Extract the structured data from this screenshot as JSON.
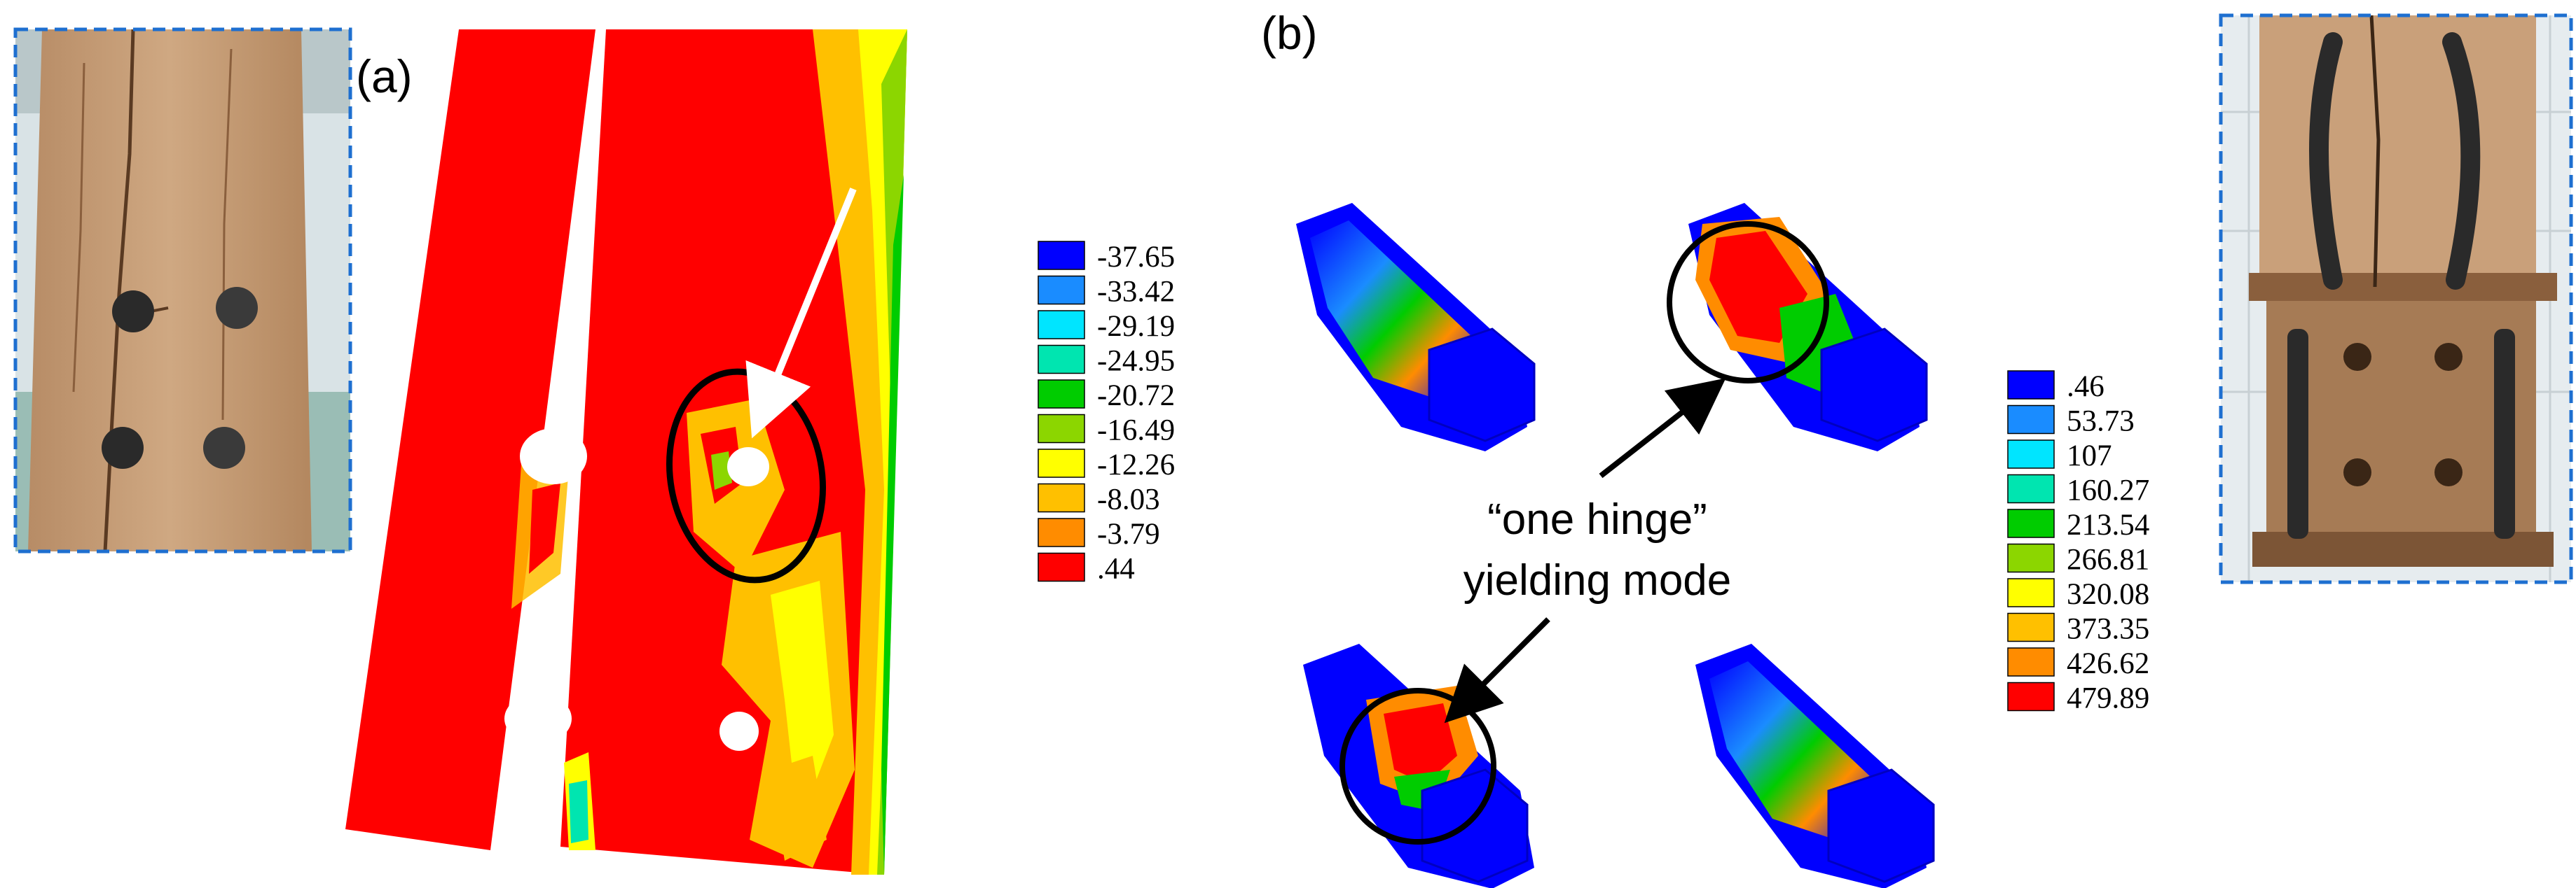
{
  "panels": [
    {
      "id": "a",
      "label": "(a)"
    },
    {
      "id": "b",
      "label": "(b)"
    }
  ],
  "annotation": {
    "line1": "“one hinge”",
    "line2": "yielding mode"
  },
  "legend_a": {
    "values": [
      "-37.65",
      "-33.42",
      "-29.19",
      "-24.95",
      "-20.72",
      "-16.49",
      "-12.26",
      "-8.03",
      "-3.79",
      ".44"
    ],
    "colors": [
      "#0000ff",
      "#1a8cff",
      "#00e5ff",
      "#00e5b0",
      "#00cc00",
      "#8cd600",
      "#ffff00",
      "#ffc000",
      "#ff8c00",
      "#ff0000"
    ]
  },
  "legend_b": {
    "values": [
      ".46",
      "53.73",
      "107",
      "160.27",
      "213.54",
      "266.81",
      "320.08",
      "373.35",
      "426.62",
      "479.89"
    ],
    "colors": [
      "#0000ff",
      "#1a8cff",
      "#00e5ff",
      "#00e5b0",
      "#00cc00",
      "#8cd600",
      "#ffff00",
      "#ffc000",
      "#ff8c00",
      "#ff0000"
    ]
  },
  "colors": {
    "frame": "#1e6fd0",
    "wood": "#c9a07a",
    "wood_dark": "#8a5f3d",
    "bolt": "#2a2a2a",
    "tile": "#e6ecef"
  }
}
